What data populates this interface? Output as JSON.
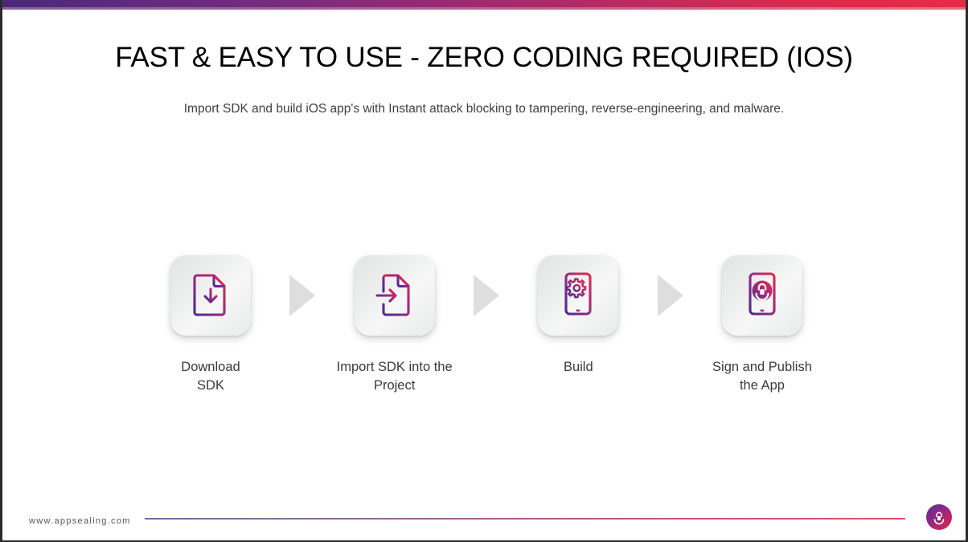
{
  "slide": {
    "title": "FAST & EASY TO USE - ZERO CODING REQUIRED (IOS)",
    "subtitle": "Import SDK and build iOS app's with Instant attack blocking to tampering, reverse-engineering, and malware."
  },
  "theme": {
    "gradient_start": "#4b2878",
    "gradient_end": "#e62b48",
    "tile_bg": "#eceeed",
    "arrow_color": "#dededf",
    "label_color": "#3a3a3a",
    "title_color": "#000000",
    "subtitle_color": "#404040"
  },
  "flow": {
    "steps": [
      {
        "label": "Download\nSDK",
        "icon": "document-download-icon"
      },
      {
        "label": "Import SDK into the\nProject",
        "icon": "document-import-icon"
      },
      {
        "label": "Build",
        "icon": "phone-gear-icon"
      },
      {
        "label": "Sign and Publish\nthe App",
        "icon": "phone-shield-lock-icon"
      }
    ],
    "connectors": [
      {
        "icon": "arrow-right-triangle-icon"
      },
      {
        "icon": "arrow-right-triangle-icon"
      },
      {
        "icon": "arrow-right-triangle-icon"
      }
    ]
  },
  "footer": {
    "url": "www.appsealing.com",
    "logo_icon": "appsealing-logo-icon"
  }
}
